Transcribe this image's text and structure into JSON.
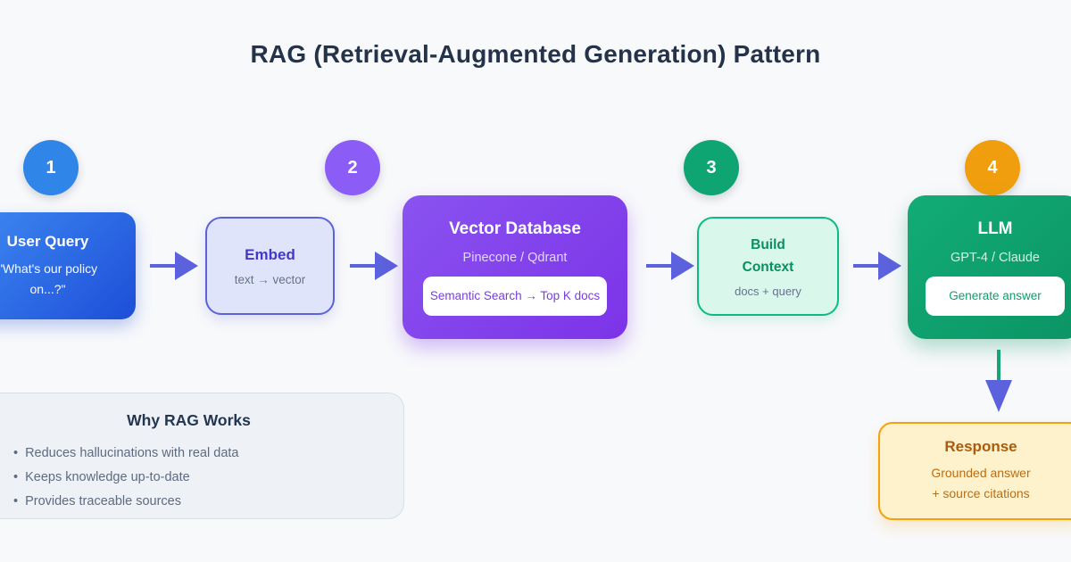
{
  "title": "RAG (Retrieval-Augmented Generation) Pattern",
  "steps": [
    {
      "number": "1",
      "color": "#2f86e8"
    },
    {
      "number": "2",
      "color": "#8b5cf6"
    },
    {
      "number": "3",
      "color": "#0ea573"
    },
    {
      "number": "4",
      "color": "#f09e0d"
    }
  ],
  "nodes": {
    "user_query": {
      "title": "User Query",
      "subtitle": "\"What's our policy on...?\""
    },
    "embed": {
      "title": "Embed",
      "subtitle": "text → vector"
    },
    "vector_db": {
      "title": "Vector Database",
      "subtitle": "Pinecone / Qdrant",
      "badge": "Semantic Search → Top K docs"
    },
    "build_context": {
      "title": "Build Context",
      "subtitle": "docs + query"
    },
    "llm": {
      "title": "LLM",
      "subtitle": "GPT-4 / Claude",
      "badge": "Generate answer"
    },
    "response": {
      "title": "Response",
      "subtitle_line1": "Grounded answer",
      "subtitle_line2": "+ source citations"
    }
  },
  "why_box": {
    "title": "Why RAG Works",
    "bullets": [
      "Reduces hallucinations with real data",
      "Keeps knowledge up-to-date",
      "Provides traceable sources"
    ]
  },
  "colors": {
    "background": "#f8f9fb",
    "title_text": "#24334a",
    "arrow_indigo": "#5c61dd",
    "step1_blue": "#2f86e8",
    "step2_purple": "#8b5cf6",
    "step3_green": "#0ea573",
    "step4_orange": "#f09e0d",
    "user_query_grad_start": "#3f8bf2",
    "user_query_grad_end": "#1d4ed8",
    "embed_bg": "#dfe4fb",
    "embed_border": "#5c63d8",
    "embed_title": "#4338ca",
    "muted_text": "#64748b",
    "vdb_grad_start": "#8a53f0",
    "vdb_grad_end": "#7c33e8",
    "vdb_subtitle": "#e2d6fc",
    "vdb_pill_text": "#7c3aed",
    "context_bg": "#d9f7ea",
    "context_border": "#10b981",
    "context_title": "#0a8f63",
    "llm_grad_start": "#12ac76",
    "llm_grad_end": "#0b9465",
    "llm_subtitle": "#ccf2e2",
    "llm_pill_text": "#0d9f6e",
    "down_arrow_stem": "#17a673",
    "response_bg": "#fdf2cc",
    "response_border": "#f5a00c",
    "response_title": "#ad5b0b",
    "response_text": "#bc6d12",
    "why_bg": "#eef1f6",
    "why_border": "#d8dfe9",
    "why_title": "#243750",
    "why_text": "#5d6b80"
  }
}
